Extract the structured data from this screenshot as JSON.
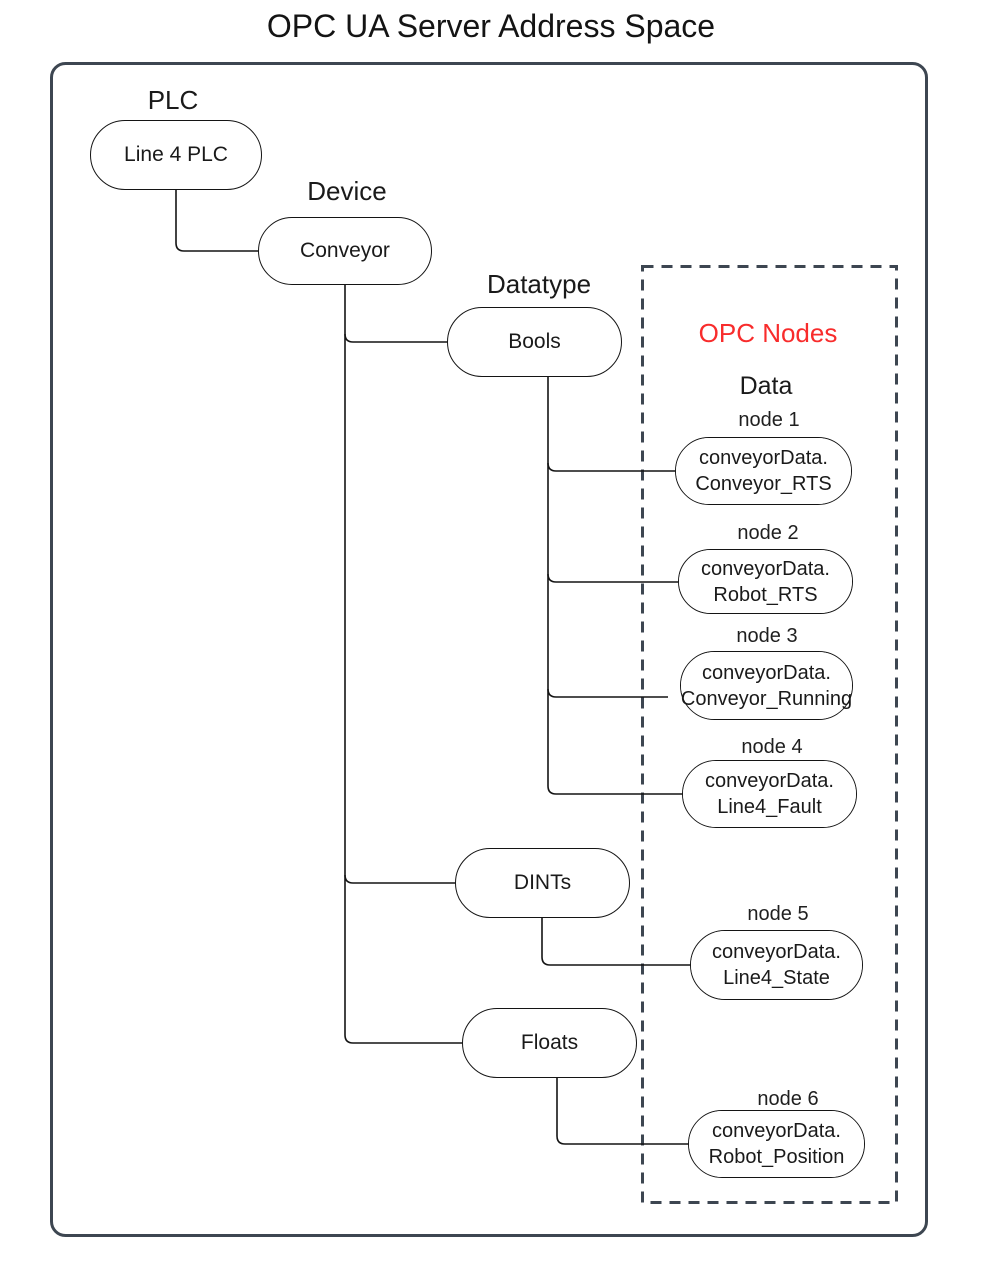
{
  "title": "OPC UA Server Address Space",
  "colors": {
    "accent_red": "#f82c2c",
    "frame_stroke": "#3d4651",
    "connector_stroke": "#141414",
    "node_fill": "#ffffff",
    "text": "#1a1a1a"
  },
  "group_labels": {
    "plc": "PLC",
    "device": "Device",
    "datatype": "Datatype",
    "opc_nodes": "OPC Nodes",
    "data": "Data"
  },
  "nodes": {
    "plc": "Line 4 PLC",
    "device": "Conveyor",
    "datatype_bools": "Bools",
    "datatype_dints": "DINTs",
    "datatype_floats": "Floats"
  },
  "opc_nodes": [
    {
      "label": "node 1",
      "line1": "conveyorData.",
      "line2": "Conveyor_RTS",
      "parent": "Bools"
    },
    {
      "label": "node 2",
      "line1": "conveyorData.",
      "line2": "Robot_RTS",
      "parent": "Bools"
    },
    {
      "label": "node 3",
      "line1": "conveyorData.",
      "line2": "Conveyor_Running",
      "parent": "Bools"
    },
    {
      "label": "node 4",
      "line1": "conveyorData.",
      "line2": "Line4_Fault",
      "parent": "Bools"
    },
    {
      "label": "node 5",
      "line1": "conveyorData.",
      "line2": "Line4_State",
      "parent": "DINTs"
    },
    {
      "label": "node 6",
      "line1": "conveyorData.",
      "line2": "Robot_Position",
      "parent": "Floats"
    }
  ],
  "edges": [
    [
      "Line 4 PLC",
      "Conveyor"
    ],
    [
      "Conveyor",
      "Bools"
    ],
    [
      "Conveyor",
      "DINTs"
    ],
    [
      "Conveyor",
      "Floats"
    ],
    [
      "Bools",
      "node 1"
    ],
    [
      "Bools",
      "node 2"
    ],
    [
      "Bools",
      "node 3"
    ],
    [
      "Bools",
      "node 4"
    ],
    [
      "DINTs",
      "node 5"
    ],
    [
      "Floats",
      "node 6"
    ]
  ]
}
